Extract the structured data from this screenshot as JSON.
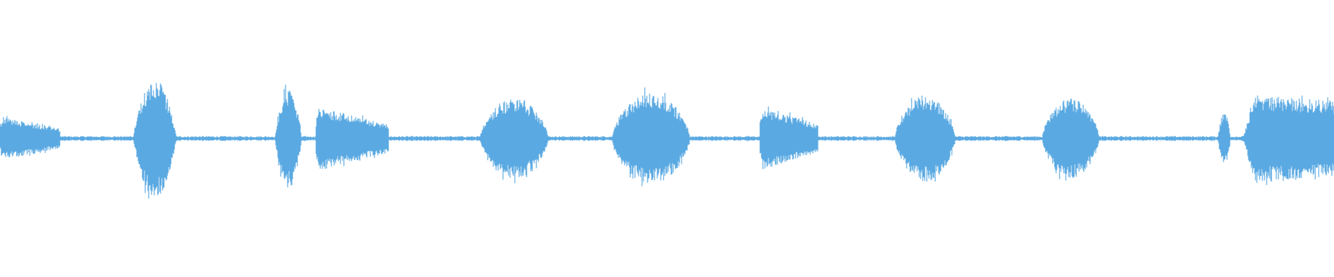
{
  "waveform": {
    "color": "#5aa9e2",
    "background": "#ffffff",
    "segments": [
      {
        "kind": "voice",
        "start": 0.0,
        "end": 0.045,
        "amp": 0.16,
        "shape": "decay"
      },
      {
        "kind": "voice",
        "start": 0.1,
        "end": 0.137,
        "amp": 0.43,
        "shape": "spike"
      },
      {
        "kind": "voice",
        "start": 0.206,
        "end": 0.229,
        "amp": 0.36,
        "shape": "spike"
      },
      {
        "kind": "voice",
        "start": 0.237,
        "end": 0.291,
        "amp": 0.23,
        "shape": "decay"
      },
      {
        "kind": "voice",
        "start": 0.36,
        "end": 0.411,
        "amp": 0.29,
        "shape": "dome"
      },
      {
        "kind": "voice",
        "start": 0.459,
        "end": 0.517,
        "amp": 0.33,
        "shape": "dome"
      },
      {
        "kind": "voice",
        "start": 0.57,
        "end": 0.613,
        "amp": 0.23,
        "shape": "decay"
      },
      {
        "kind": "voice",
        "start": 0.671,
        "end": 0.716,
        "amp": 0.31,
        "shape": "dome"
      },
      {
        "kind": "voice",
        "start": 0.781,
        "end": 0.824,
        "amp": 0.29,
        "shape": "dome"
      },
      {
        "kind": "voice",
        "start": 0.913,
        "end": 0.924,
        "amp": 0.19,
        "shape": "spike"
      },
      {
        "kind": "voice",
        "start": 0.932,
        "end": 1.0,
        "amp": 0.32,
        "shape": "plateau"
      }
    ],
    "noise_floor": 0.018
  }
}
